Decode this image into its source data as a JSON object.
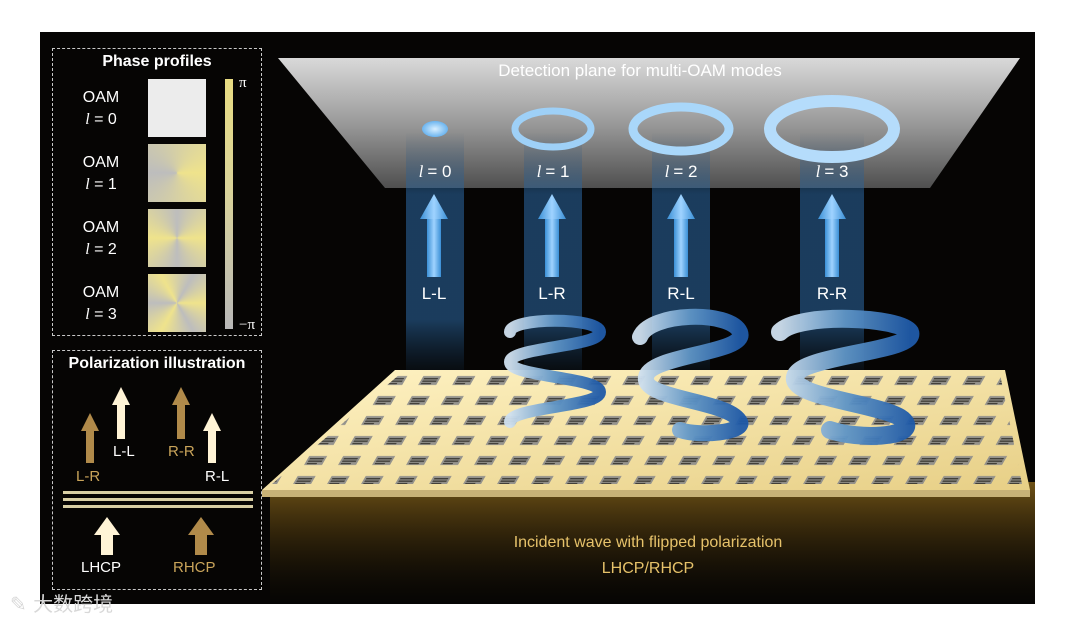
{
  "detection_plane": {
    "title": "Detection plane for multi-OAM modes",
    "modes": [
      {
        "l_symbol": "l",
        "l_value": "= 0",
        "pair": "L-L"
      },
      {
        "l_symbol": "l",
        "l_value": "= 1",
        "pair": "L-R"
      },
      {
        "l_symbol": "l",
        "l_value": "= 2",
        "pair": "R-L"
      },
      {
        "l_symbol": "l",
        "l_value": "= 3",
        "pair": "R-R"
      }
    ]
  },
  "incident": {
    "line1": "Incident wave with flipped polarization",
    "line2": "LHCP/RHCP"
  },
  "phase_panel": {
    "title": "Phase profiles",
    "rows": [
      {
        "name": "OAM",
        "sym": "l",
        "val": "= 0"
      },
      {
        "name": "OAM",
        "sym": "l",
        "val": "= 1"
      },
      {
        "name": "OAM",
        "sym": "l",
        "val": "= 2"
      },
      {
        "name": "OAM",
        "sym": "l",
        "val": "= 3"
      }
    ],
    "colorbar_top": "π",
    "colorbar_bottom": "−π"
  },
  "polarization_panel": {
    "title": "Polarization illustration",
    "labels": {
      "ll": "L-L",
      "lr": "L-R",
      "rr": "R-R",
      "rl": "R-L",
      "lhcp": "LHCP",
      "rhcp": "RHCP"
    }
  },
  "colors": {
    "background": "#060504",
    "beam_blue": "#4aa3e6",
    "surface_gold": "#f3e2a1",
    "gold_text": "#e6c26a",
    "bronze_arrow": "#b08a4a",
    "cream_arrow": "#fff4d6"
  },
  "watermark": "大数跨境"
}
